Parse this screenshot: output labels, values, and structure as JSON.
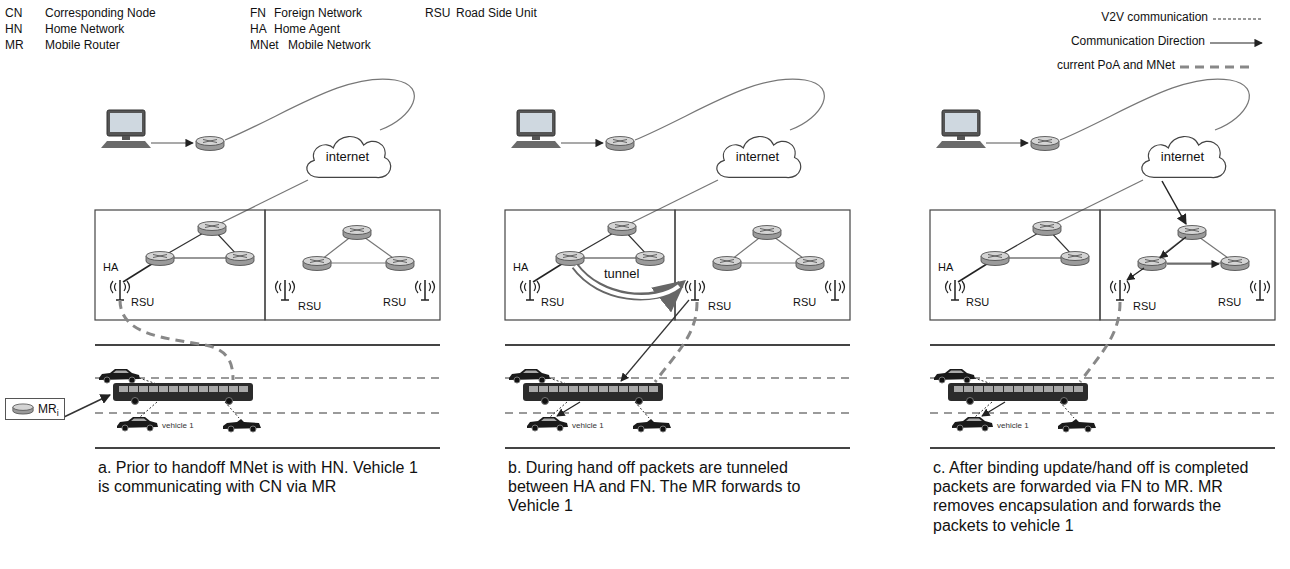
{
  "diagram": {
    "nodes": [
      {
        "text": [
          "internet"
        ]
      },
      {
        "text": [
          "MR",
          "i"
        ]
      },
      {
        "text": [
          "internet"
        ]
      },
      {
        "text": [
          "internet"
        ]
      }
    ],
    "labels": [
      "CN",
      "Corresponding Node",
      "HN",
      "Home Network",
      "MR",
      "Mobile Router",
      "FN",
      "Foreign Network",
      "HA",
      "Home Agent",
      "MNet",
      "Mobile Network",
      "RSU",
      "Road Side Unit",
      "HA",
      "RSU",
      "RSU",
      "RSU",
      "vehicle 1",
      "a. Prior to handoff MNet is with HN. Vehicle 1 is communicating with CN via MR",
      "HA",
      "tunnel",
      "RSU",
      "RSU",
      "RSU",
      "vehicle 1",
      "b. During hand off packets are tunneled between HA and FN. The MR forwards to Vehicle 1",
      "HA",
      "RSU",
      "RSU",
      "RSU",
      "vehicle 1",
      "c. After binding update/hand off is completed packets are forwarded via FN to MR. MR removes encapsulation and forwards the packets to vehicle 1"
    ],
    "legend": [
      {
        "text": "V2V communication"
      },
      {
        "text": "Communication Direction"
      },
      {
        "text": "current PoA and MNet"
      }
    ]
  }
}
